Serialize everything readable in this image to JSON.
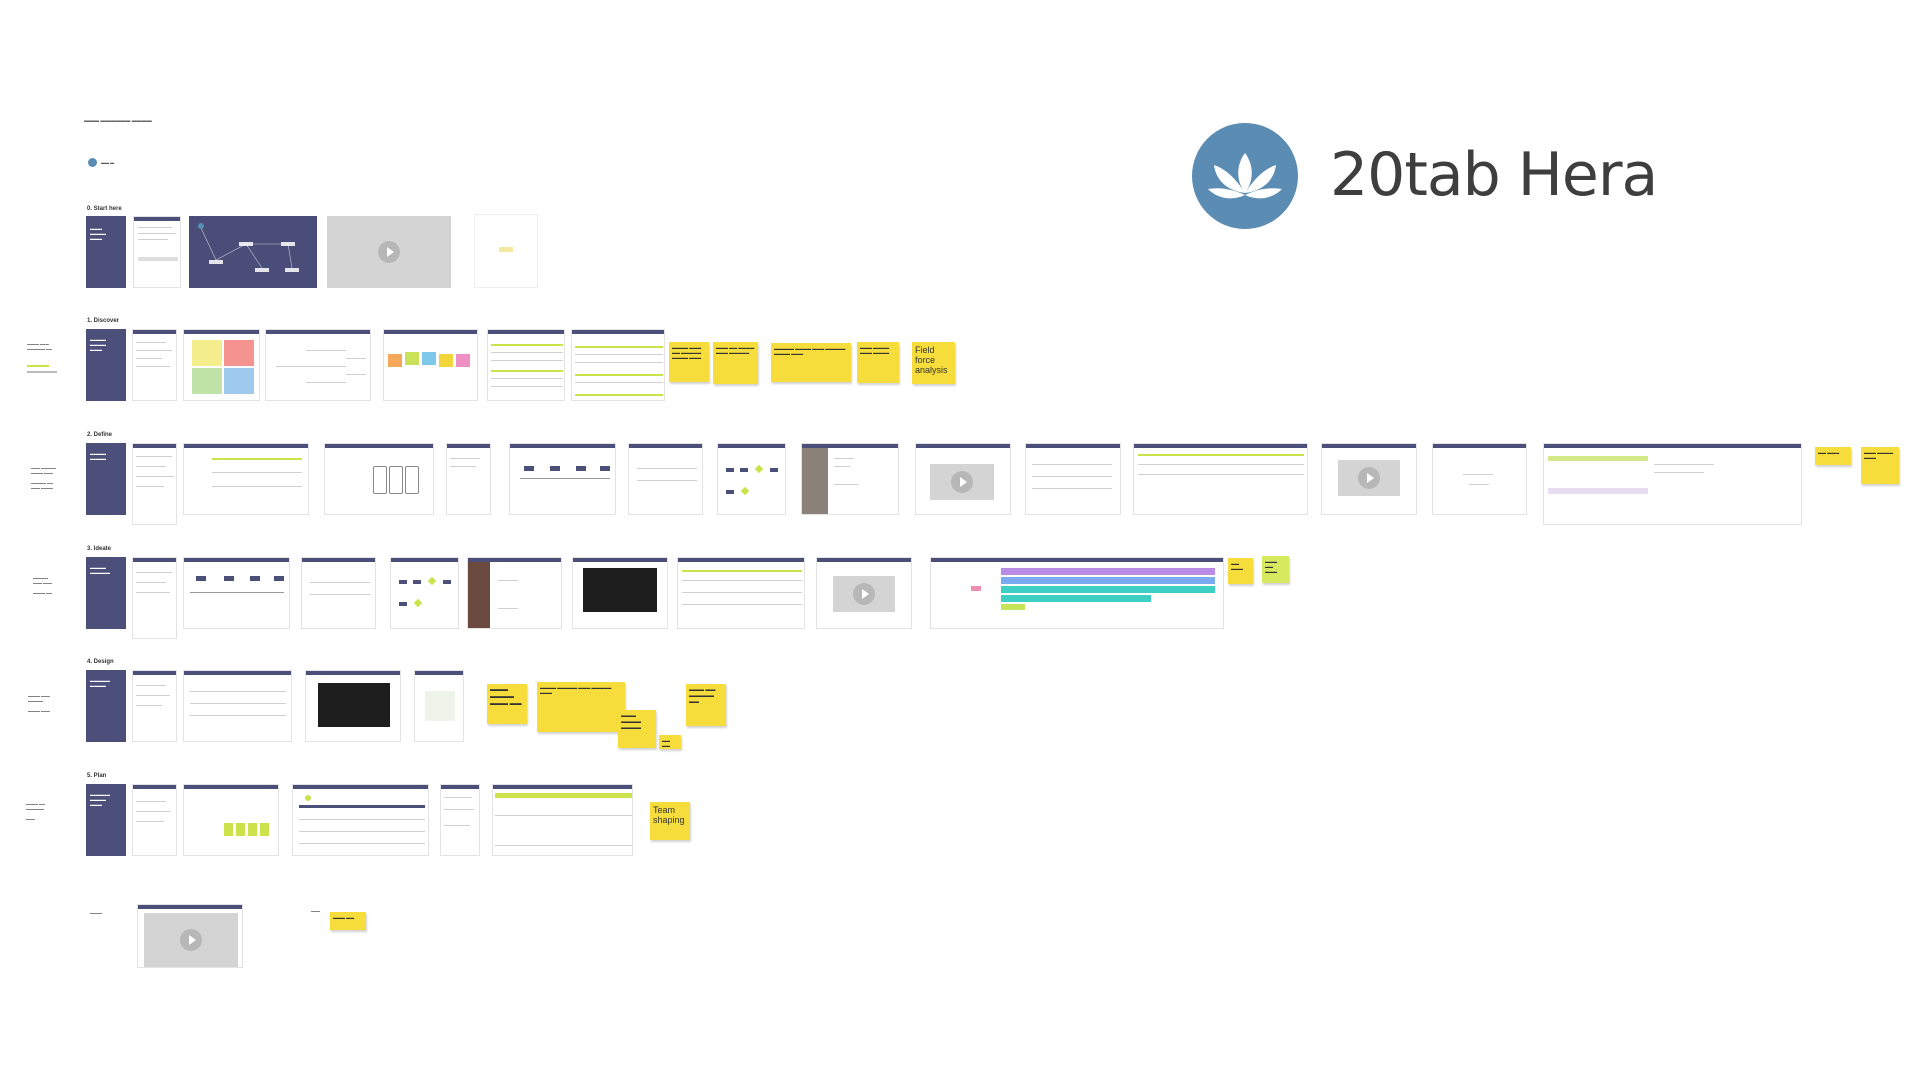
{
  "brand": {
    "name": "20tab Hera",
    "logo_icon": "lotus-icon",
    "color": "#5b8db4"
  },
  "sections": {
    "start": {
      "title": "0. Start here"
    },
    "discover": {
      "title": "1. Discover"
    },
    "define": {
      "title": "2. Define"
    },
    "ideate": {
      "title": "3. Ideate"
    },
    "design": {
      "title": "4. Design"
    },
    "plan": {
      "title": "5. Plan"
    }
  },
  "stickies": {
    "field_force": "Field force analysis",
    "team_shaping": "Team shaping"
  },
  "colors": {
    "navy": "#4c4f7a",
    "sticky": "#f6dd3b",
    "highlight": "#cbe24a",
    "video": "#d4d4d4"
  }
}
